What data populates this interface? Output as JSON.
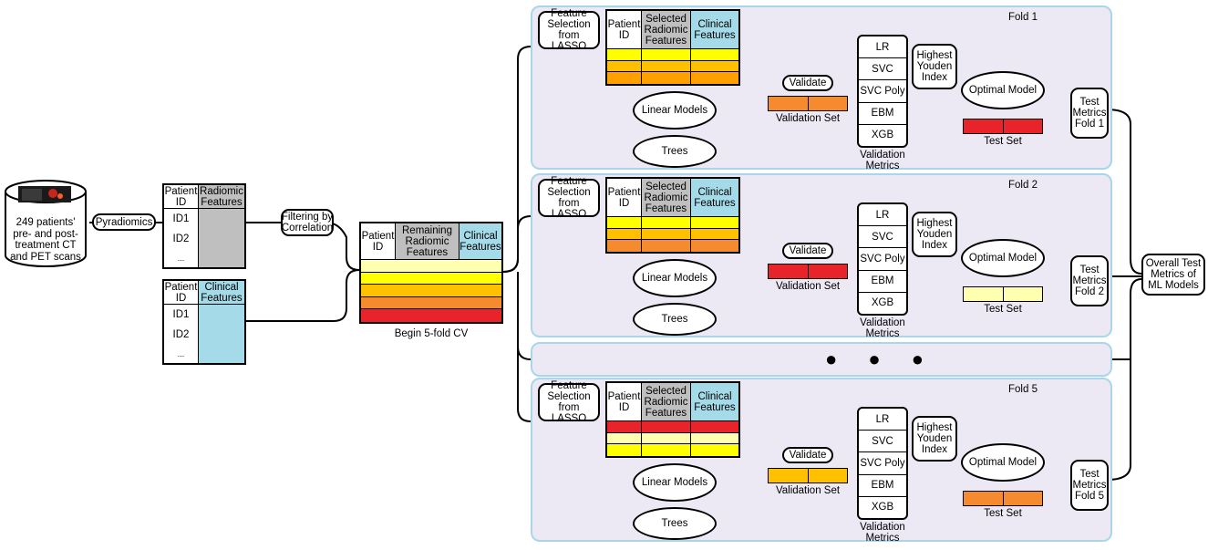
{
  "colors": {
    "panel_fill": "#ece9f4",
    "panel_border": "#a9d6ea",
    "radiomic_gray": "#bfbfbf",
    "clinical_blue": "#a5dbe8",
    "yellow": "#ffff00",
    "light_yellow": "#ffffb0",
    "gold": "#ffc000",
    "orange": "#ff9f00",
    "dark_orange": "#f58a2f",
    "red": "#e8232a"
  },
  "source": {
    "label": "249 patients' pre- and post-treatment CT and PET scans",
    "icon": "database-cylinder-icon"
  },
  "pyradiomics": {
    "label": "Pyradiomics"
  },
  "radiomic_table": {
    "col1": "Patient ID",
    "col2": "Radiomic Features",
    "rows": [
      "ID1",
      "ID2",
      "..."
    ]
  },
  "clinical_table": {
    "col1": "Patient ID",
    "col2": "Clinical Features",
    "rows": [
      "ID1",
      "ID2",
      "..."
    ]
  },
  "filter": {
    "label": "Filtering by Correlation"
  },
  "cv_table": {
    "col1": "Patient ID",
    "col2": "Remaining Radiomic Features",
    "col3": "Clinical Features",
    "caption": "Begin 5-fold CV"
  },
  "folds": [
    {
      "title": "Fold 1",
      "feature_selection": "Feature Selection from LASSO",
      "col1": "Patient ID",
      "col2": "Selected Radiomic Features",
      "col3": "Clinical Features",
      "validate": "Validate",
      "linear": "Linear Models",
      "trees": "Trees",
      "validation_set": "Validation Set",
      "models": [
        "LR",
        "SVC",
        "SVC Poly",
        "EBM",
        "XGB"
      ],
      "validation_metrics": "Validation Metrics",
      "youden": "Highest Youden Index",
      "optimal": "Optimal Model",
      "test_set": "Test Set",
      "test_metrics": "Test Metrics Fold 1"
    },
    {
      "title": "Fold 2",
      "feature_selection": "Feature Selection from LASSO",
      "col1": "Patient ID",
      "col2": "Selected Radiomic Features",
      "col3": "Clinical Features",
      "validate": "Validate",
      "linear": "Linear Models",
      "trees": "Trees",
      "validation_set": "Validation Set",
      "models": [
        "LR",
        "SVC",
        "SVC Poly",
        "EBM",
        "XGB"
      ],
      "validation_metrics": "Validation Metrics",
      "youden": "Highest Youden Index",
      "optimal": "Optimal Model",
      "test_set": "Test Set",
      "test_metrics": "Test Metrics Fold 2"
    },
    {
      "title": "Fold 5",
      "feature_selection": "Feature Selection from LASSO",
      "col1": "Patient ID",
      "col2": "Selected Radiomic Features",
      "col3": "Clinical Features",
      "validate": "Validate",
      "linear": "Linear Models",
      "trees": "Trees",
      "validation_set": "Validation Set",
      "models": [
        "LR",
        "SVC",
        "SVC Poly",
        "EBM",
        "XGB"
      ],
      "validation_metrics": "Validation Metrics",
      "youden": "Highest Youden Index",
      "optimal": "Optimal Model",
      "test_set": "Test Set",
      "test_metrics": "Test Metrics Fold 5"
    }
  ],
  "ellipsis_panel": {
    "dots": "● ● ●"
  },
  "overall": {
    "label": "Overall Test Metrics of ML Models"
  }
}
